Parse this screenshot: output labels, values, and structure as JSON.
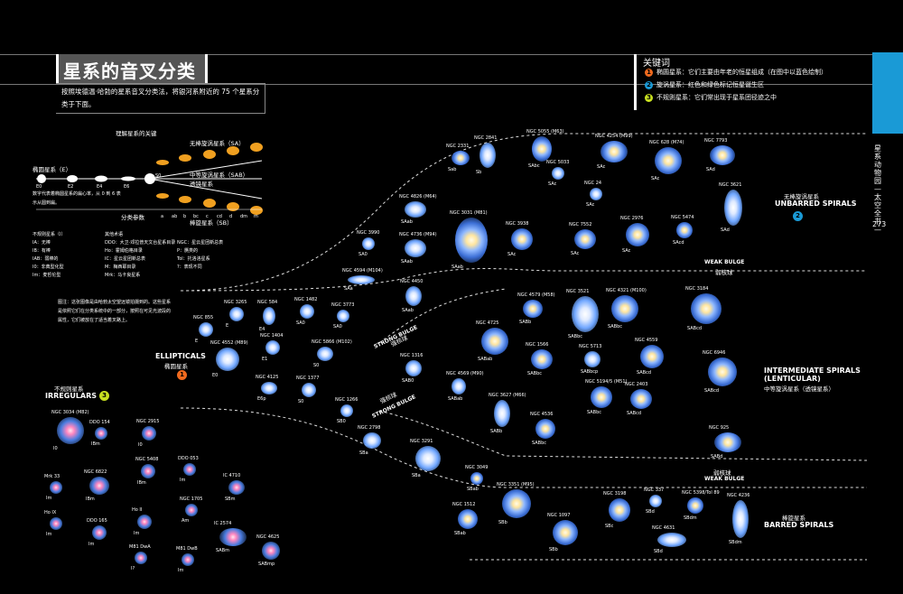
{
  "header": {
    "title": "星系的音叉分类",
    "intro": "按照埃德温·哈勃的星系音叉分类法，将银河系附近的 75 个星系分类于下面。"
  },
  "keywords": {
    "title": "关键词",
    "items": [
      {
        "num": "1",
        "text": "椭圆星系：它们主要由年老的恒星组成（在图中以蓝色绘制）",
        "color": "#f06a1e"
      },
      {
        "num": "2",
        "text": "旋涡星系：红色和绿色标记恒星诞生区",
        "color": "#1a9ad6"
      },
      {
        "num": "3",
        "text": "不规则星系：它们常出现于星系团径迹之中",
        "color": "#c8e020"
      }
    ]
  },
  "sidebar": {
    "text": "星系动物园—太空全书—",
    "page": "273"
  },
  "key": {
    "title": "理解星系的关键",
    "elliptical": "椭圆星系（E）",
    "sa": "无棒旋涡星系（SA）",
    "sab": "中等旋涡星系（SAB）",
    "sab2": "透镜星系",
    "sb": "棒旋星系（SB）",
    "eticks": [
      "E0",
      "E2",
      "E4",
      "E6"
    ],
    "s0": "S0",
    "param": "分类参数",
    "pticks": [
      "a",
      "ab",
      "b",
      "bc",
      "c",
      "cd",
      "d",
      "dm",
      "m"
    ],
    "desc": "数字代表着椭圆星系的扁心率，从 0 到 6 表示从圆到扁。",
    "legend_title": "不规则星系（I）",
    "legend": [
      "IA：无棒",
      "IB：有棒",
      "IAB：弱棒的",
      "I0：非典型化型",
      "Im：麦哲伦型"
    ],
    "legend2_title": "其他术语",
    "legend2": [
      "DDO：大卫·邓拉普天文台星系目录",
      "Ho：霍姆伯格目录",
      "IC：星云星团新总表",
      "M：梅西耶目录",
      "Mrk：马卡良星系"
    ],
    "legend3": [
      "NGC：星云星团新总表",
      "P：赝类的",
      "Tol：托洛洛星系",
      "?：表现不同"
    ]
  },
  "note": "图注：这张图像是由哈勃太空望远镜拍摄到的。这些星系是依照它们在分类系统中的一部分，按照在可见光波段的属性，它们被放在了适当着叉路上。",
  "branches": {
    "elliptical_en": "ELLIPTICALS",
    "elliptical_cn": "椭圆星系",
    "irregular_cn": "不规则星系",
    "irregular_en": "IRREGULARS",
    "unbarred_cn": "无棒旋涡星系",
    "unbarred_en": "UNBARRED SPIRALS",
    "intermediate_en1": "INTERMEDIATE SPIRALS",
    "intermediate_en2": "(LENTICULAR)",
    "intermediate_cn": "中等旋涡星系（透镜星系）",
    "barred_cn": "棒旋星系",
    "barred_en": "BARRED SPIRALS",
    "weak_bulge": "WEAK BULGE",
    "weak_bulge_cn": "弱核球",
    "strong_bulge": "STRONG BULGE",
    "strong_bulge_cn": "强核球"
  },
  "galaxies": [
    {
      "name": "NGC 2331",
      "type": "Sab"
    },
    {
      "name": "NGC 2841",
      "type": "Sb"
    },
    {
      "name": "NGC 5055 (M63)",
      "type": "SAbc"
    },
    {
      "name": "NGC 5033",
      "type": "SAc"
    },
    {
      "name": "NGC 4254 (M99)",
      "type": "SAc"
    },
    {
      "name": "NGC 628 (M74)",
      "type": "SAc"
    },
    {
      "name": "NGC 7793",
      "type": "SAd"
    },
    {
      "name": "NGC 3621",
      "type": "SAd"
    },
    {
      "name": "NGC 4826 (M64)",
      "type": "SAab"
    },
    {
      "name": "NGC 3031 (M81)",
      "type": "SAab"
    },
    {
      "name": "NGC 3938",
      "type": "SAc"
    },
    {
      "name": "NGC 7552",
      "type": "SAc"
    },
    {
      "name": "NGC 24",
      "type": "SAc"
    },
    {
      "name": "NGC 2976",
      "type": "SAc"
    },
    {
      "name": "NGC 5474",
      "type": "SAcd"
    },
    {
      "name": "NGC 3990",
      "type": "SA0"
    },
    {
      "name": "NGC 4736 (M94)",
      "type": "SAab"
    },
    {
      "name": "NGC 4594 (M104)",
      "type": "SAa"
    },
    {
      "name": "NGC 4450",
      "type": "SAab"
    },
    {
      "name": "NGC 584",
      "type": "E4"
    },
    {
      "name": "NGC 855",
      "type": "E"
    },
    {
      "name": "NGC 3265",
      "type": "E"
    },
    {
      "name": "NGC 1404",
      "type": "E1"
    },
    {
      "name": "NGC 4552 (M89)",
      "type": "E0"
    },
    {
      "name": "NGC 4125",
      "type": "E6p"
    },
    {
      "name": "NGC 1482",
      "type": "SA0"
    },
    {
      "name": "NGC 3773",
      "type": "SA0"
    },
    {
      "name": "NGC 5866 (M102)",
      "type": "S0"
    },
    {
      "name": "NGC 1377",
      "type": "S0"
    },
    {
      "name": "NGC 1266",
      "type": "SB0"
    },
    {
      "name": "NGC 1316",
      "type": "SAB0"
    },
    {
      "name": "NGC 4569 (M90)",
      "type": "SABab"
    },
    {
      "name": "NGC 4579 (M58)",
      "type": "SABb"
    },
    {
      "name": "NGC 4725",
      "type": "SABab"
    },
    {
      "name": "NGC 3627 (M66)",
      "type": "SABb"
    },
    {
      "name": "NGC 1566",
      "type": "SABbc"
    },
    {
      "name": "NGC 3521",
      "type": "SABbc"
    },
    {
      "name": "NGC 4321 (M100)",
      "type": "SABbc"
    },
    {
      "name": "NGC 3184",
      "type": "SABcd"
    },
    {
      "name": "NGC 5713",
      "type": "SABbcp"
    },
    {
      "name": "NGC 5194/5 (M51)",
      "type": "SABbc"
    },
    {
      "name": "NGC 4559",
      "type": "SABcd"
    },
    {
      "name": "NGC 6946",
      "type": "SABcd"
    },
    {
      "name": "NGC 2403",
      "type": "SABcd"
    },
    {
      "name": "NGC 4536",
      "type": "SABbc"
    },
    {
      "name": "NGC 925",
      "type": "SABd"
    },
    {
      "name": "NGC 2798",
      "type": "SBa"
    },
    {
      "name": "NGC 3291",
      "type": "SBa"
    },
    {
      "name": "NGC 3049",
      "type": "SBab"
    },
    {
      "name": "NGC 1512",
      "type": "SBab"
    },
    {
      "name": "NGC 3351 (M95)",
      "type": "SBb"
    },
    {
      "name": "NGC 3198",
      "type": "SBc"
    },
    {
      "name": "NGC 1097",
      "type": "SBb"
    },
    {
      "name": "NGC 337",
      "type": "SBd"
    },
    {
      "name": "NGC 5398/Tol 89",
      "type": "SBdm"
    },
    {
      "name": "NGC 4236",
      "type": "SBdm"
    },
    {
      "name": "NGC 4631",
      "type": "SBd"
    },
    {
      "name": "NGC 3034 (M82)",
      "type": "I0"
    },
    {
      "name": "DDO 154",
      "type": "IBm"
    },
    {
      "name": "NGC 2915",
      "type": "I0"
    },
    {
      "name": "NGC 6822",
      "type": "IBm"
    },
    {
      "name": "NGC 5408",
      "type": "IBm"
    },
    {
      "name": "Mrk 33",
      "type": "Im"
    },
    {
      "name": "Ho IX",
      "type": "Im"
    },
    {
      "name": "DDO 165",
      "type": "Im"
    },
    {
      "name": "DDO 053",
      "type": "Im"
    },
    {
      "name": "IC 4710",
      "type": "SBm"
    },
    {
      "name": "NGC 1705",
      "type": "Am"
    },
    {
      "name": "Ho II",
      "type": "Im"
    },
    {
      "name": "IC 2574",
      "type": "SABm"
    },
    {
      "name": "M81 DwA",
      "type": "I?"
    },
    {
      "name": "M81 DwB",
      "type": "Im"
    },
    {
      "name": "NGC 4625",
      "type": "SABmp"
    }
  ]
}
